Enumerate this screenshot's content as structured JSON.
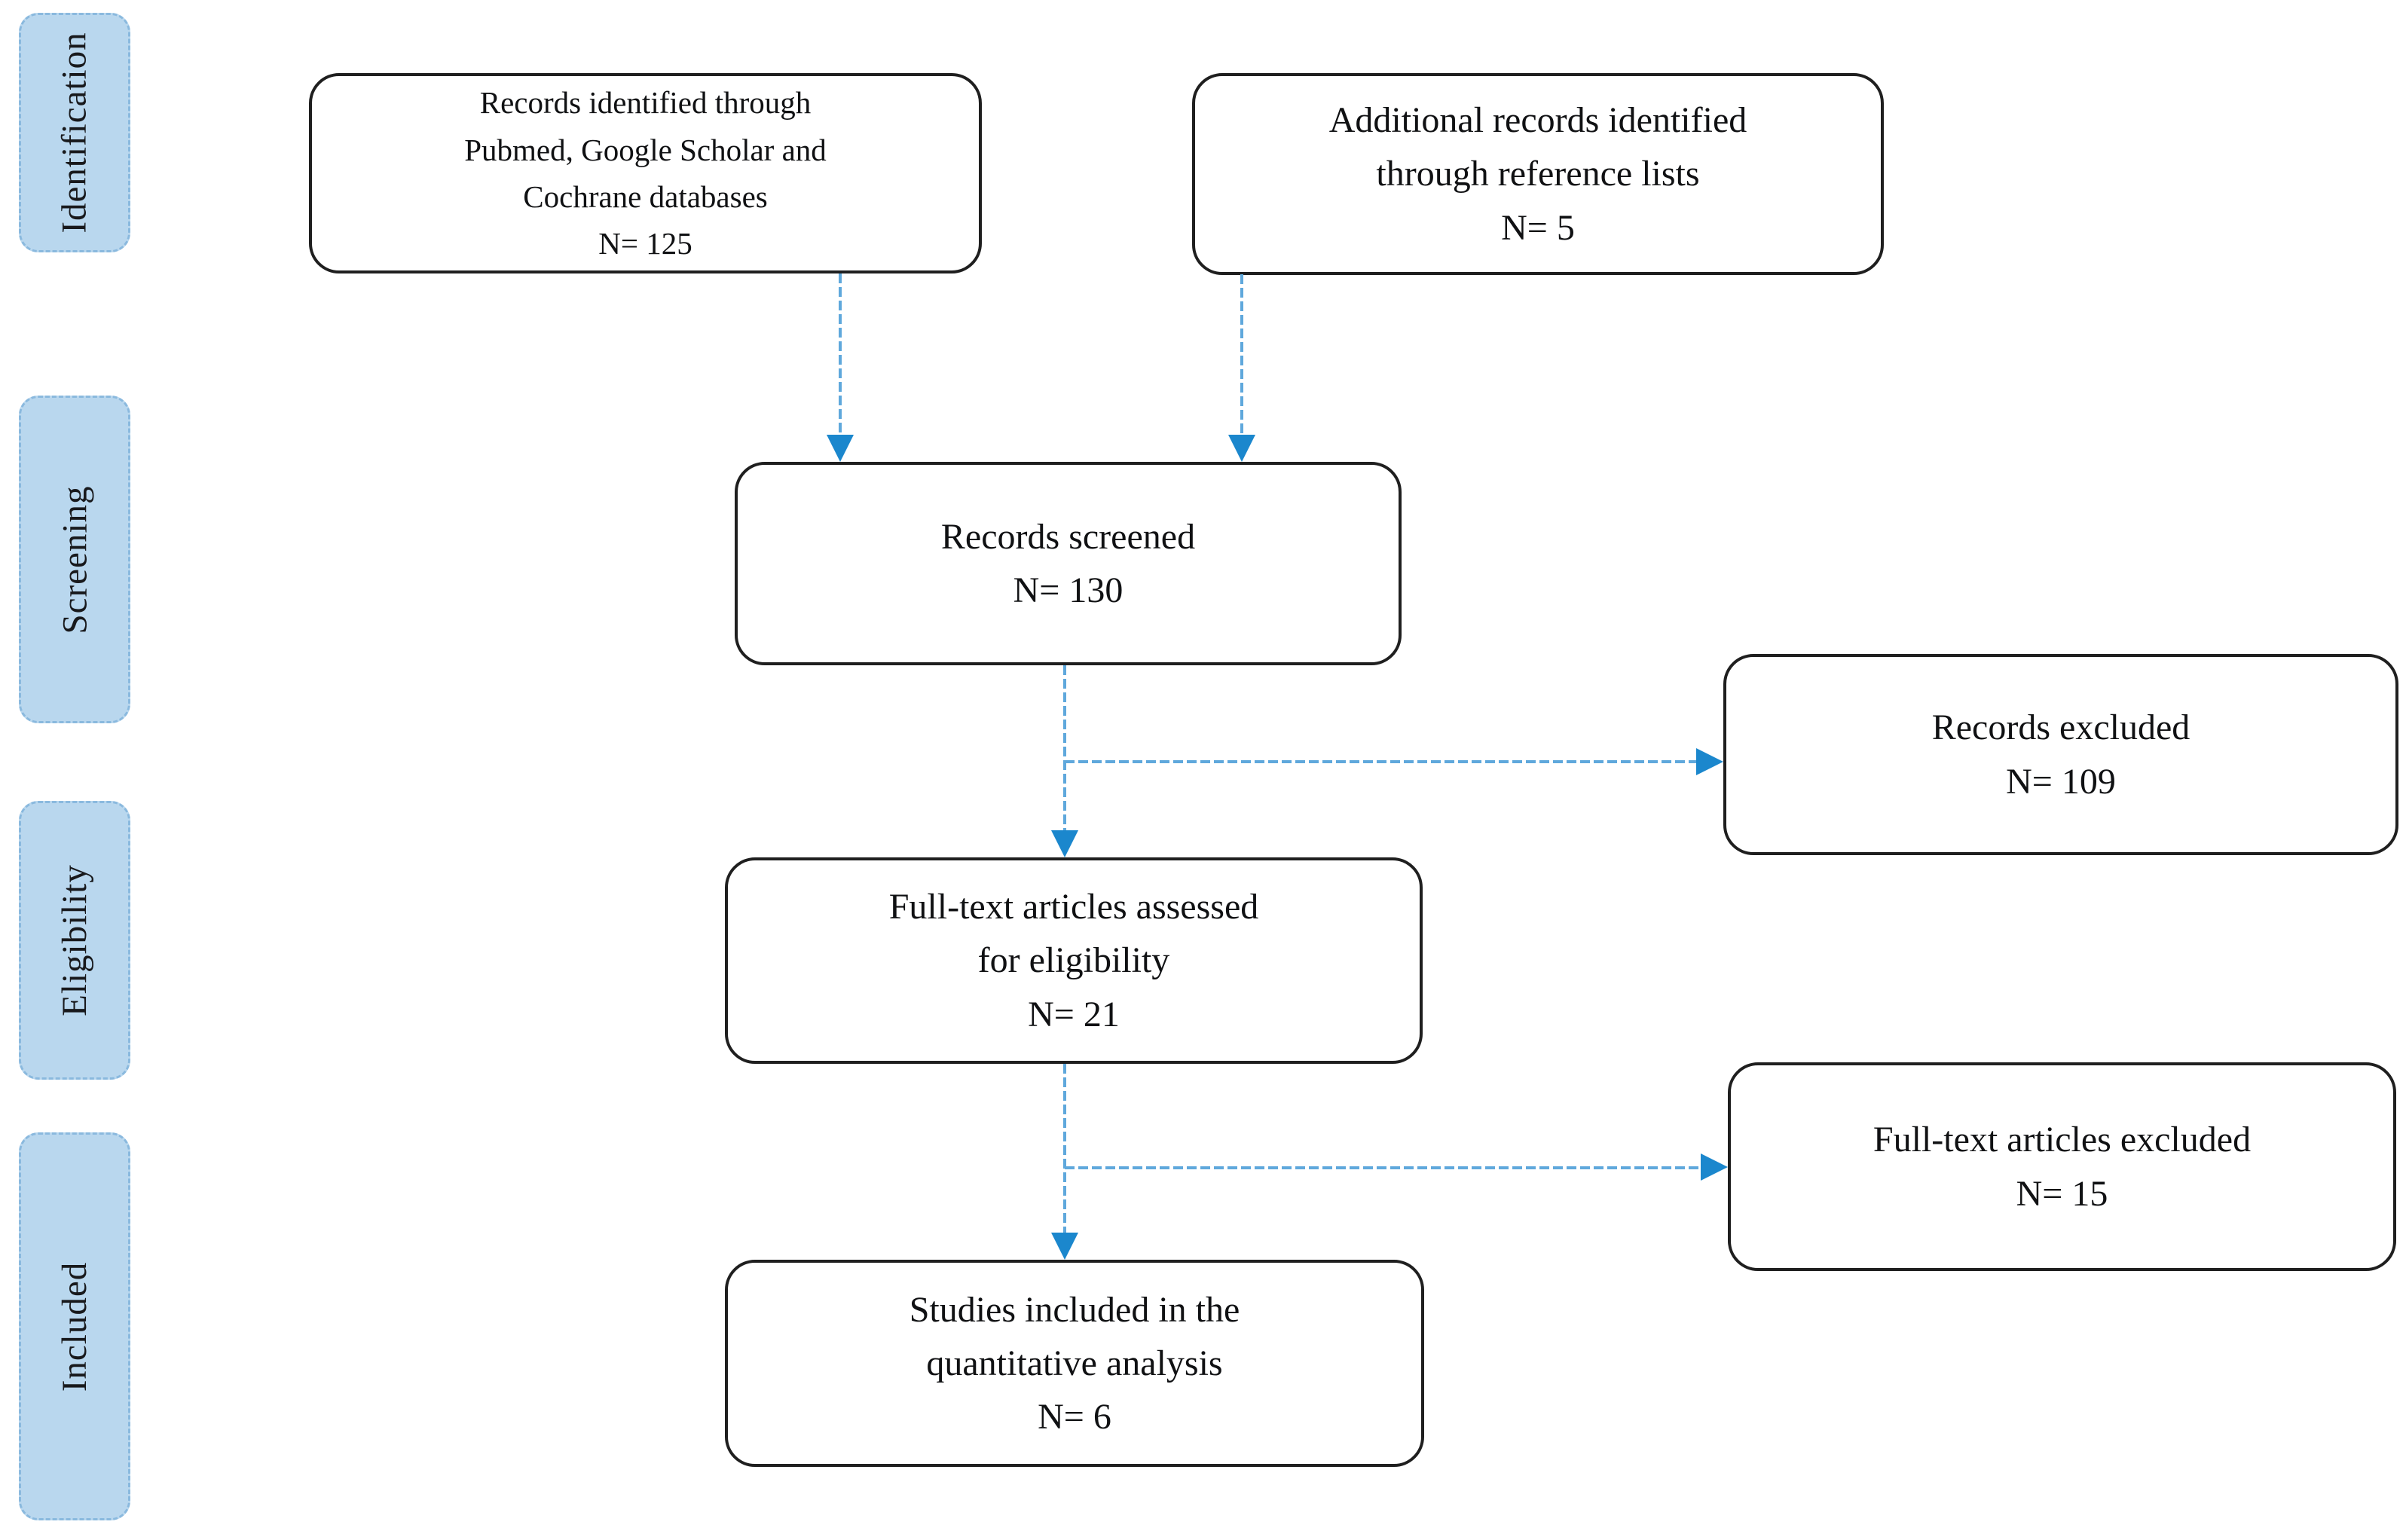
{
  "diagram": {
    "type": "prisma-flow",
    "stages": [
      {
        "id": "identification",
        "label": "Identification"
      },
      {
        "id": "screening",
        "label": "Screening"
      },
      {
        "id": "eligibility",
        "label": "Eligibility"
      },
      {
        "id": "included",
        "label": "Included"
      }
    ],
    "boxes": {
      "records_identified": {
        "text": "Records identified through\nPubmed, Google Scholar and\nCochrane databases\nN= 125",
        "n": 125
      },
      "additional_records": {
        "text": "Additional records identified\nthrough reference lists\nN= 5",
        "n": 5
      },
      "records_screened": {
        "text": "Records screened\nN= 130",
        "n": 130
      },
      "records_excluded": {
        "text": "Records excluded\nN= 109",
        "n": 109
      },
      "fulltext_assessed": {
        "text": "Full-text articles assessed\nfor eligibility\nN= 21",
        "n": 21
      },
      "fulltext_excluded": {
        "text": "Full-text articles excluded\nN= 15",
        "n": 15
      },
      "studies_included": {
        "text": "Studies included in the\nquantitative analysis\nN= 6",
        "n": 6
      }
    },
    "edges": [
      {
        "from": "records_identified",
        "to": "records_screened"
      },
      {
        "from": "additional_records",
        "to": "records_screened"
      },
      {
        "from": "records_screened",
        "to": "fulltext_assessed"
      },
      {
        "from": "records_screened",
        "to": "records_excluded"
      },
      {
        "from": "fulltext_assessed",
        "to": "studies_included"
      },
      {
        "from": "fulltext_assessed",
        "to": "fulltext_excluded"
      }
    ],
    "colors": {
      "stage_fill": "#b9d7ee",
      "stage_border": "#8ab9de",
      "arrow_line": "#5fa8dc",
      "arrow_head": "#1b87cd",
      "box_border": "#1f1f1f",
      "box_fill": "#ffffff",
      "text_color": "#141414"
    }
  }
}
